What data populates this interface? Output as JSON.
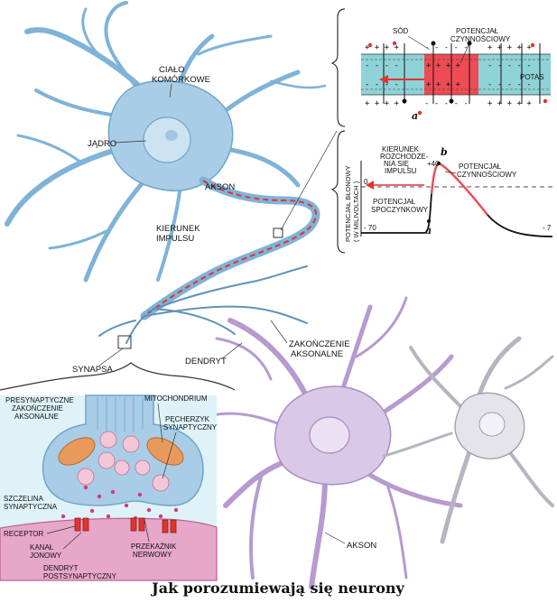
{
  "title": "Jak porozumiewają się neurony",
  "neuron_labels": {
    "cell_body": [
      "CIAŁO",
      "KOMÓRKOWE"
    ],
    "nucleus": "JĄDRO",
    "axon": "AKSON",
    "impulse_direction": [
      "KIERUNEK",
      "IMPULSU"
    ],
    "synapse": "SYNAPSA",
    "dendrite": "DENDRYT",
    "axon_terminal": [
      "ZAKOŃCZENIE",
      "AKSONALNE"
    ],
    "axon_lower": "AKSON"
  },
  "membrane_inset": {
    "sodium": "SÓD",
    "action_potential": [
      "POTENCJAŁ",
      "CZYNNOŚCIOWY"
    ],
    "potassium": "POTAS",
    "point": "a"
  },
  "potential_graph": {
    "ylabel": [
      "POTENCJAŁ BŁONOWY",
      "( W MILIVOLTACH )"
    ],
    "ticks": {
      "top": "+40",
      "zero": "0",
      "bottom_left": "- 70",
      "bottom_right": "- 7"
    },
    "impulse_direction": [
      "KIERUNEK",
      "ROZCHODZE-",
      "NIA SIĘ",
      "IMPULSU"
    ],
    "action_potential": [
      "POTENCJAŁ",
      "CZYNNOŚCIOWY"
    ],
    "resting_potential": [
      "POTENCJAŁ",
      "SPOCZYNKOWY"
    ],
    "point_a": "a",
    "point_b": "b"
  },
  "synapse_inset": {
    "presynaptic_terminal": [
      "PRESYNAPTYCZNE",
      "ZAKOŃCZENIE",
      "AKSONALNE"
    ],
    "mitochondrion": "MITOCHONDRIUM",
    "vesicle": [
      "PĘCHERZYK",
      "SYNAPTYCZNY"
    ],
    "cleft": [
      "SZCZELINA",
      "SYNAPTYCZNA"
    ],
    "receptor": "RECEPTOR",
    "ion_channel": [
      "KANAŁ",
      "JONOWY"
    ],
    "neurotransmitter": [
      "PRZEKAŹNIK",
      "NERWOWY"
    ],
    "postsynaptic_dendrite": [
      "DENDRYT",
      "POSTSYNAPTYCZNY"
    ]
  },
  "colors": {
    "neuron_blue": "#a9cde6",
    "neuron_purple": "#d9c8e6",
    "neuron_gray": "#e4e4ea",
    "membrane_teal": "#8ed3d8",
    "depolarized_red": "#ee4b55",
    "vesicle_pink": "#f2c7d8",
    "mitochondrion_orange": "#e89a5d",
    "postsynaptic_pink": "#e7a7c8"
  }
}
